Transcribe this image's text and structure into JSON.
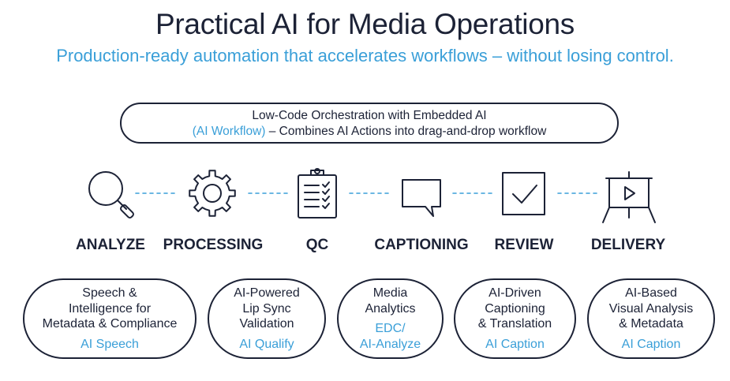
{
  "header": {
    "title": "Practical AI for Media Operations",
    "subtitle": "Production-ready automation that accelerates workflows – without losing control."
  },
  "orchestration": {
    "line1": "Low-Code Orchestration with Embedded AI",
    "line2_accent": "(AI Workflow)",
    "line2_rest": " – Combines AI Actions into drag-and-drop workflow"
  },
  "stages": [
    {
      "label": "ANALYZE",
      "icon": "magnifier-icon"
    },
    {
      "label": "PROCESSING",
      "icon": "gear-icon"
    },
    {
      "label": "QC",
      "icon": "checklist-clipboard-icon"
    },
    {
      "label": "CAPTIONING",
      "icon": "speech-bubble-icon"
    },
    {
      "label": "REVIEW",
      "icon": "checkbox-icon"
    },
    {
      "label": "DELIVERY",
      "icon": "presentation-screen-play-icon"
    }
  ],
  "capabilities": [
    {
      "description": "Speech &\nIntelligence for\nMetadata & Compliance",
      "product": "AI Speech"
    },
    {
      "description": "AI-Powered\nLip Sync\nValidation",
      "product": "AI Qualify"
    },
    {
      "description": "Media\nAnalytics",
      "product": "EDC/\nAI-Analyze"
    },
    {
      "description": "AI-Driven\nCaptioning\n& Translation",
      "product": "AI Caption"
    },
    {
      "description": "AI-Based\nVisual Analysis\n& Metadata",
      "product": "AI Caption"
    }
  ],
  "colors": {
    "dark": "#1c2236",
    "accent": "#3a9fd8"
  }
}
